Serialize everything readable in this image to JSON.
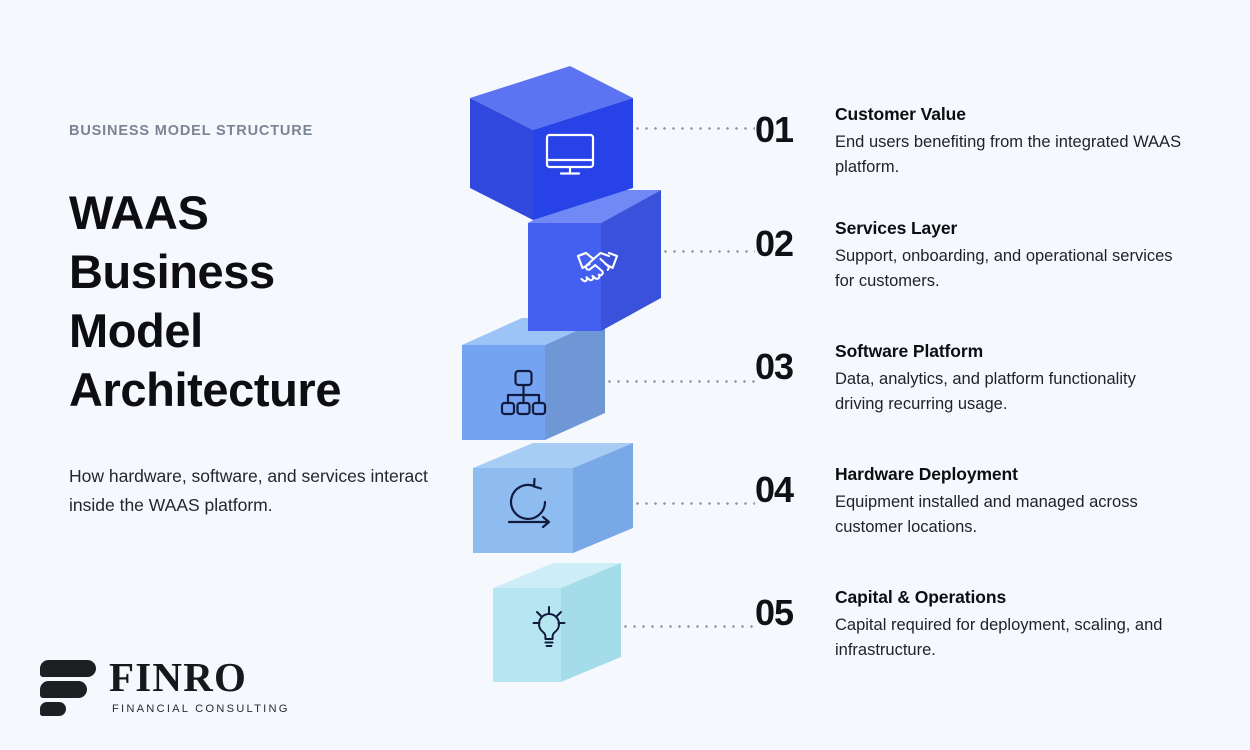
{
  "meta": {
    "background_color": "#f5f9fd",
    "accent_colors": {
      "cube1": "#2743e8",
      "cube2": "#4360f0",
      "cube3": "#74a3f2",
      "cube4": "#8fbcf0",
      "cube5": "#b6e6f2",
      "number_color": "#101114",
      "eyebrow_color": "#7b8494",
      "connector_color": "#9aa2ad",
      "icon_light": "#ffffff",
      "icon_dark": "#111b3d"
    }
  },
  "left": {
    "eyebrow": "BUSINESS MODEL STRUCTURE",
    "title": "WAAS Business Model Architecture",
    "subtitle": "How hardware, software, and services interact inside the WAAS platform."
  },
  "logo": {
    "mark_name": "finro-f-mark",
    "word": "FINRO",
    "tagline": "FINANCIAL CONSULTING"
  },
  "items": [
    {
      "number": "01",
      "title": "Customer Value",
      "desc": "End users benefiting from the integrated WAAS platform.",
      "icon": "monitor-icon",
      "cube_color": "#2743e8"
    },
    {
      "number": "02",
      "title": "Services Layer",
      "desc": "Support, onboarding, and operational services for customers.",
      "icon": "handshake-icon",
      "cube_color": "#4360f0"
    },
    {
      "number": "03",
      "title": "Software Platform",
      "desc": "Data, analytics, and platform functionality driving recurring usage.",
      "icon": "sitemap-icon",
      "cube_color": "#74a3f2"
    },
    {
      "number": "04",
      "title": "Hardware Deployment",
      "desc": "Equipment installed and managed across customer locations.",
      "icon": "cycle-arrows-icon",
      "cube_color": "#8fbcf0"
    },
    {
      "number": "05",
      "title": "Capital & Operations",
      "desc": "Capital required for deployment, scaling, and infrastructure.",
      "icon": "lightbulb-icon",
      "cube_color": "#b6e6f2"
    }
  ]
}
